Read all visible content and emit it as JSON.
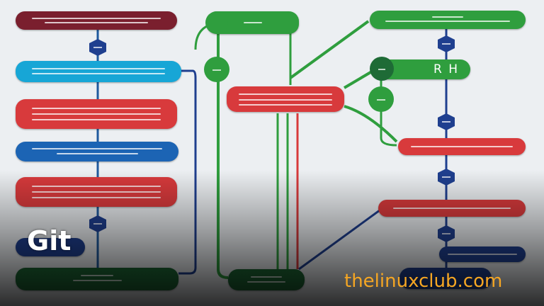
{
  "overlay": {
    "title": "Git",
    "site": "thelinuxclub.com",
    "inner_label": "R H"
  },
  "colors": {
    "navy": "#1f3f8f",
    "blue": "#1c64b4",
    "cyan": "#17a6d6",
    "red": "#d83a3c",
    "green": "#2f9e3e",
    "dark_red": "#7a1f2e",
    "dark_green": "#1e6b36",
    "site_text": "#f5a623"
  }
}
